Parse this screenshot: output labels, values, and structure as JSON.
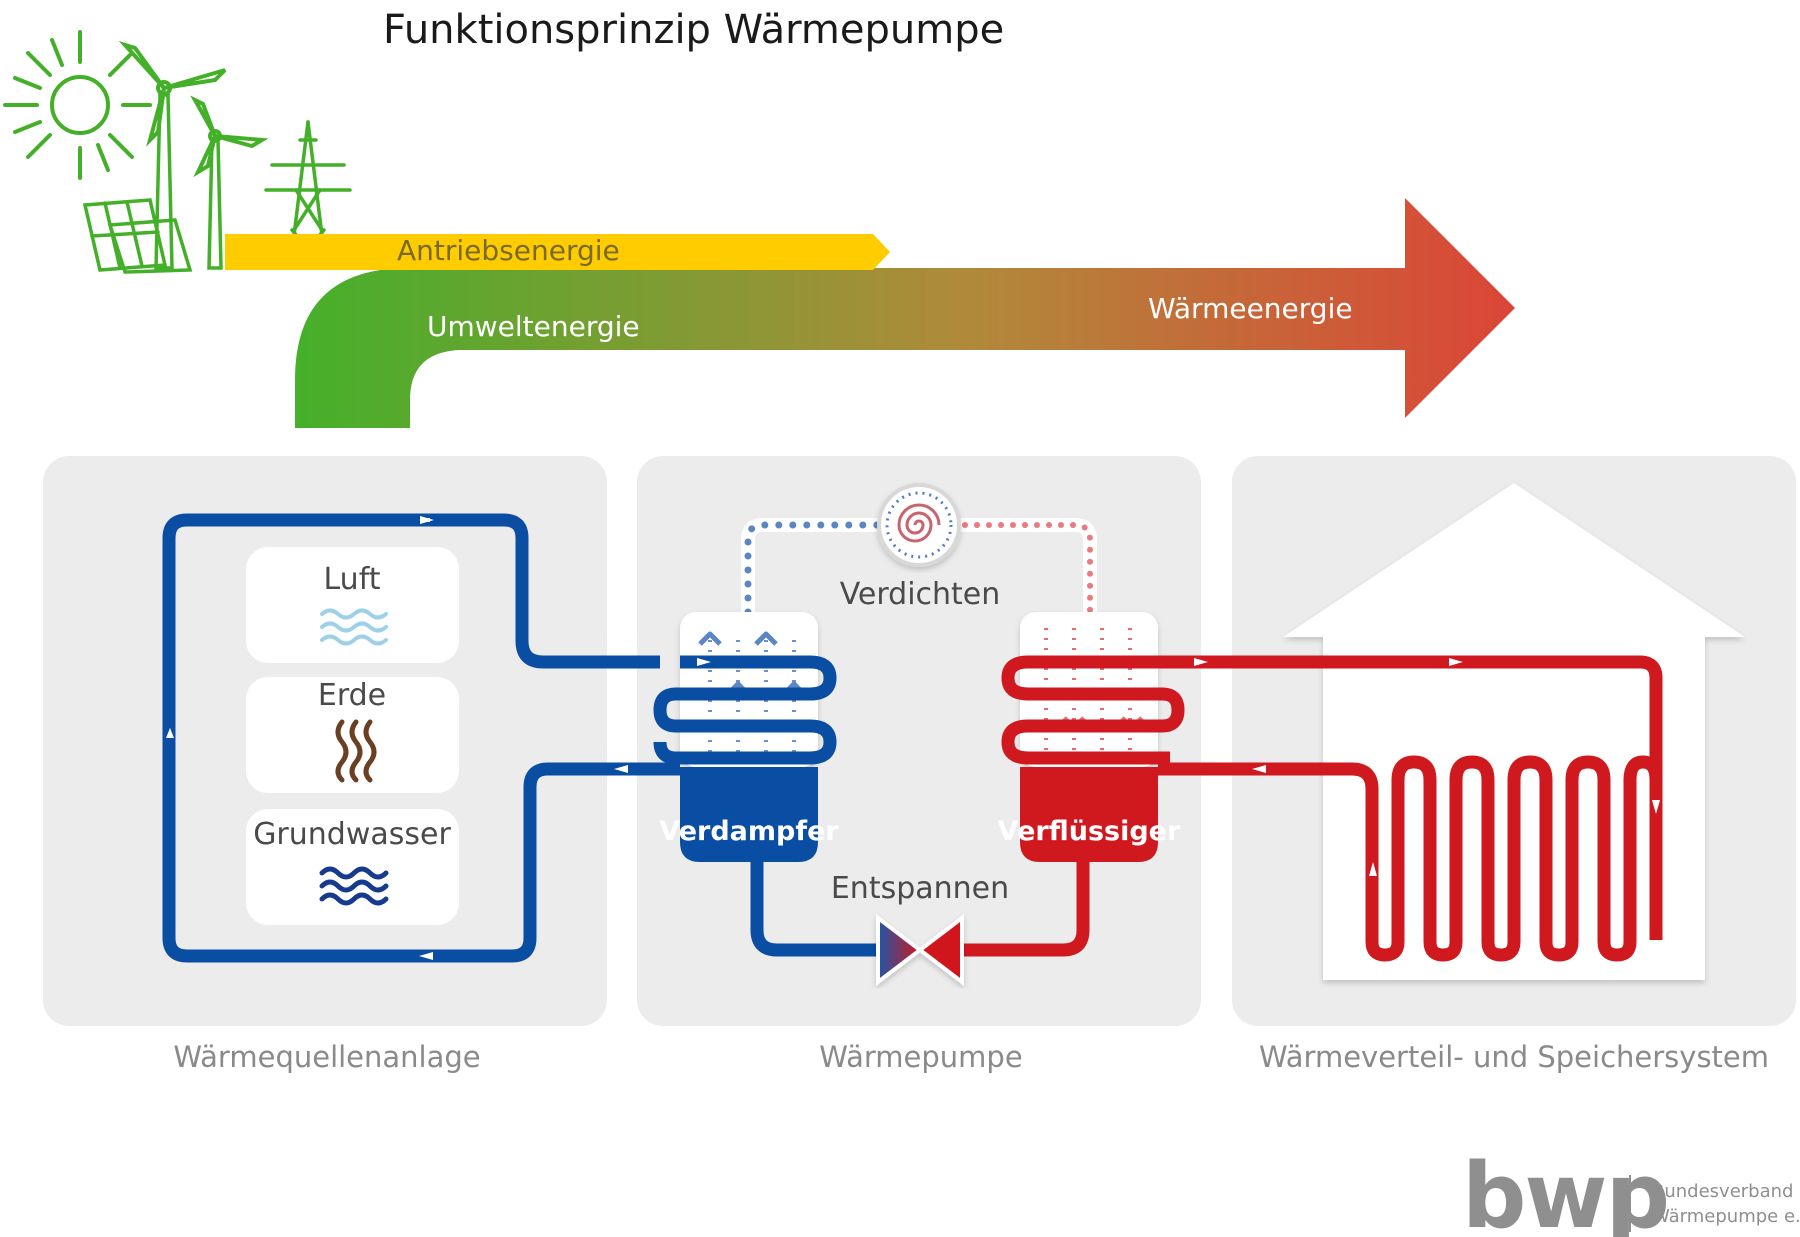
{
  "title": "Funktionsprinzip Wärmepumpe",
  "energy": {
    "drive": "Antriebsenergie",
    "environment": "Umweltenergie",
    "heat": "Wärmeenergie"
  },
  "source_panel": {
    "sources": [
      "Luft",
      "Erde",
      "Grundwasser"
    ],
    "caption": "Wärmequellenanlage"
  },
  "pump_panel": {
    "compress": "Verdichten",
    "expand": "Entspannen",
    "evaporator": "Verdampfer",
    "condenser": "Verflüssiger",
    "caption": "Wärmepumpe"
  },
  "distribution_panel": {
    "caption": "Wärmeverteil- und Speichersystem"
  },
  "logo": {
    "mark": "bwp",
    "line1": "Bundesverband",
    "line2": "Wärmepumpe e.V."
  },
  "colors": {
    "cold_loop": "#0a4ea3",
    "hot_loop": "#d0181f",
    "renewables": "#44b02a",
    "drive_energy": "#ffcc00",
    "panel": "#ececec"
  }
}
